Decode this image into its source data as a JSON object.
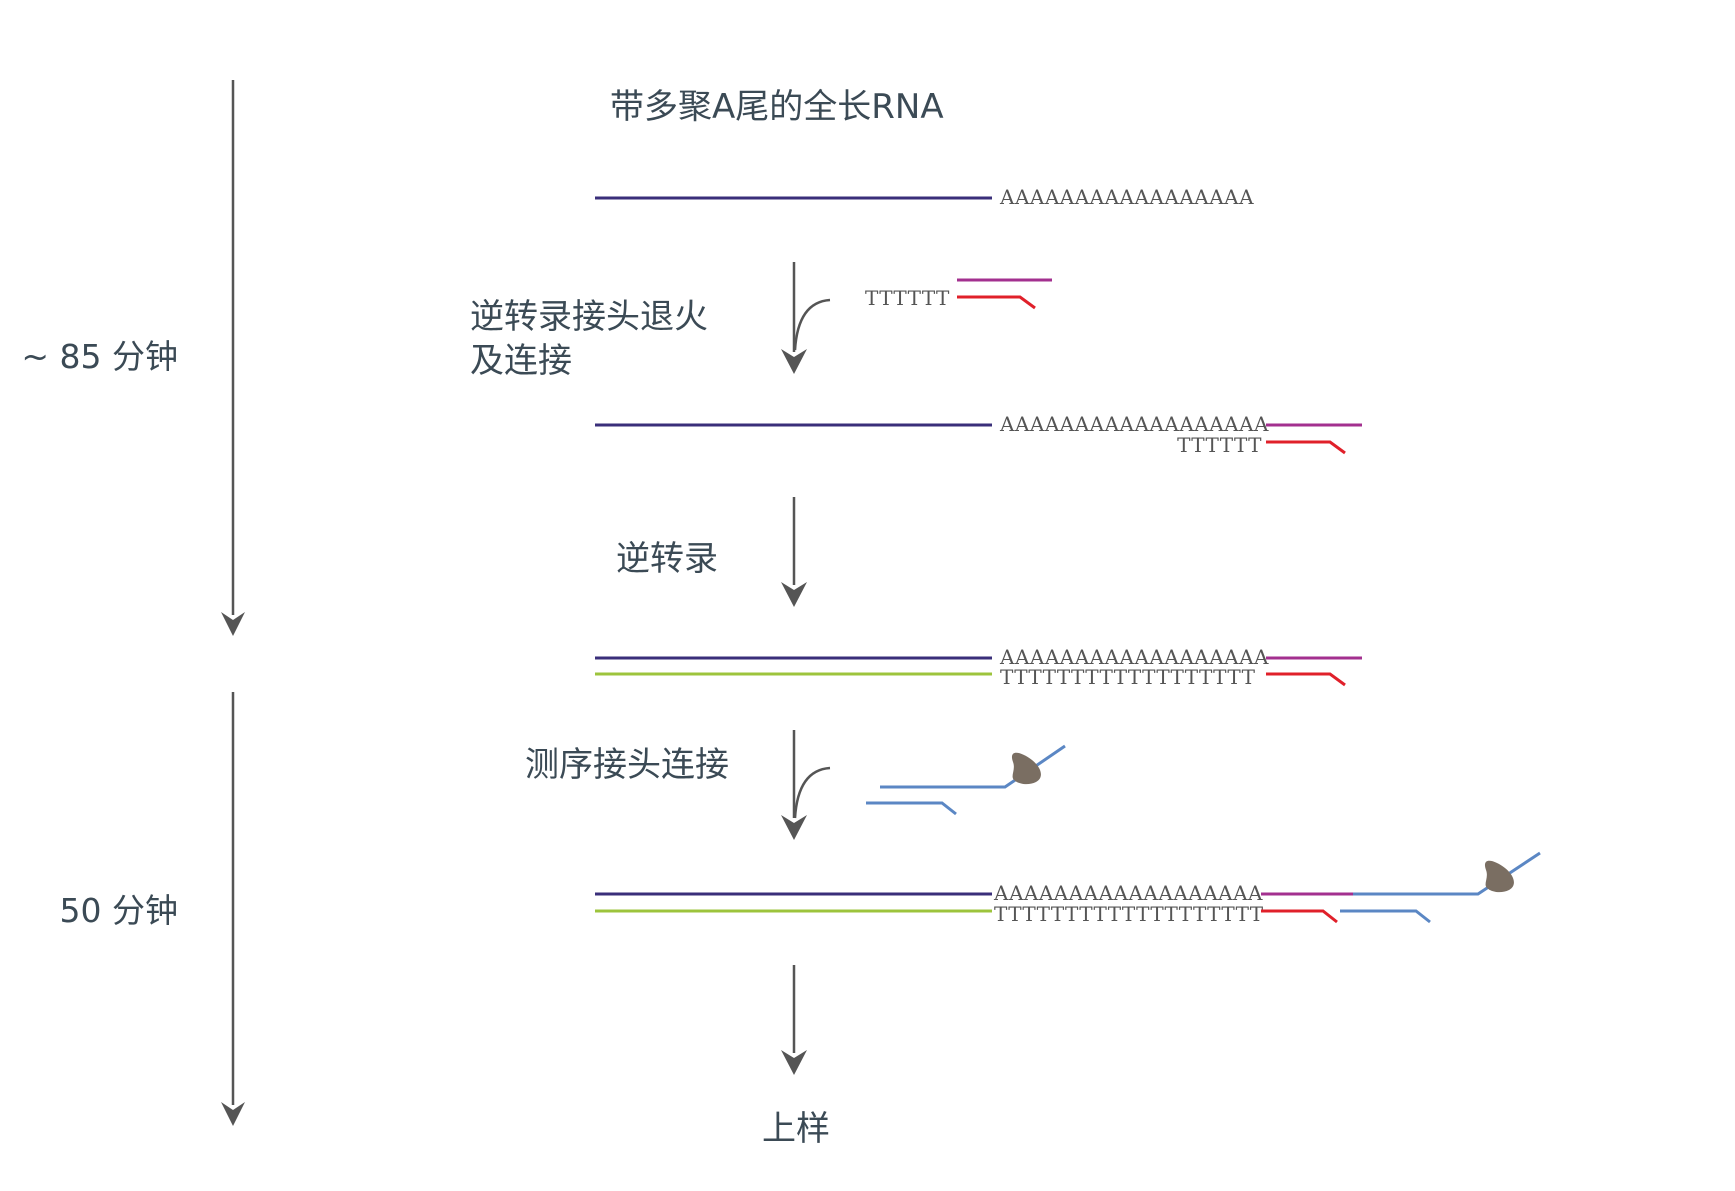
{
  "timeline": {
    "phase1_label": "~ 85 分钟",
    "phase2_label": "50 分钟"
  },
  "steps": {
    "title": "带多聚A尾的全长RNA",
    "annealing_line1": "逆转录接头退火",
    "annealing_line2": "及连接",
    "reverse_transcription": "逆转录",
    "sequencing_adapter": "测序接头连接",
    "loading": "上样"
  },
  "sequences": {
    "polya_tail": "AAAAAAAAAAAAAAAAA",
    "polya_tail_ligated": "AAAAAAAAAAAAAAAAAA",
    "oligo_dt_short": "TTTTTT",
    "oligo_dt_long": "TTTTTTTTTTTTTTTTTT",
    "oligo_dt_long_final": "TTTTTTTTTTTTTTTTTTT"
  },
  "colors": {
    "rna": "#3a2f7a",
    "cdna": "#9dc43c",
    "adapter_top": "#a3308f",
    "adapter_bottom": "#e0202a",
    "seq_adapter": "#5b87c4",
    "motor_protein": "#7a6e62",
    "arrow": "#555555",
    "text": "#3b4a55"
  }
}
